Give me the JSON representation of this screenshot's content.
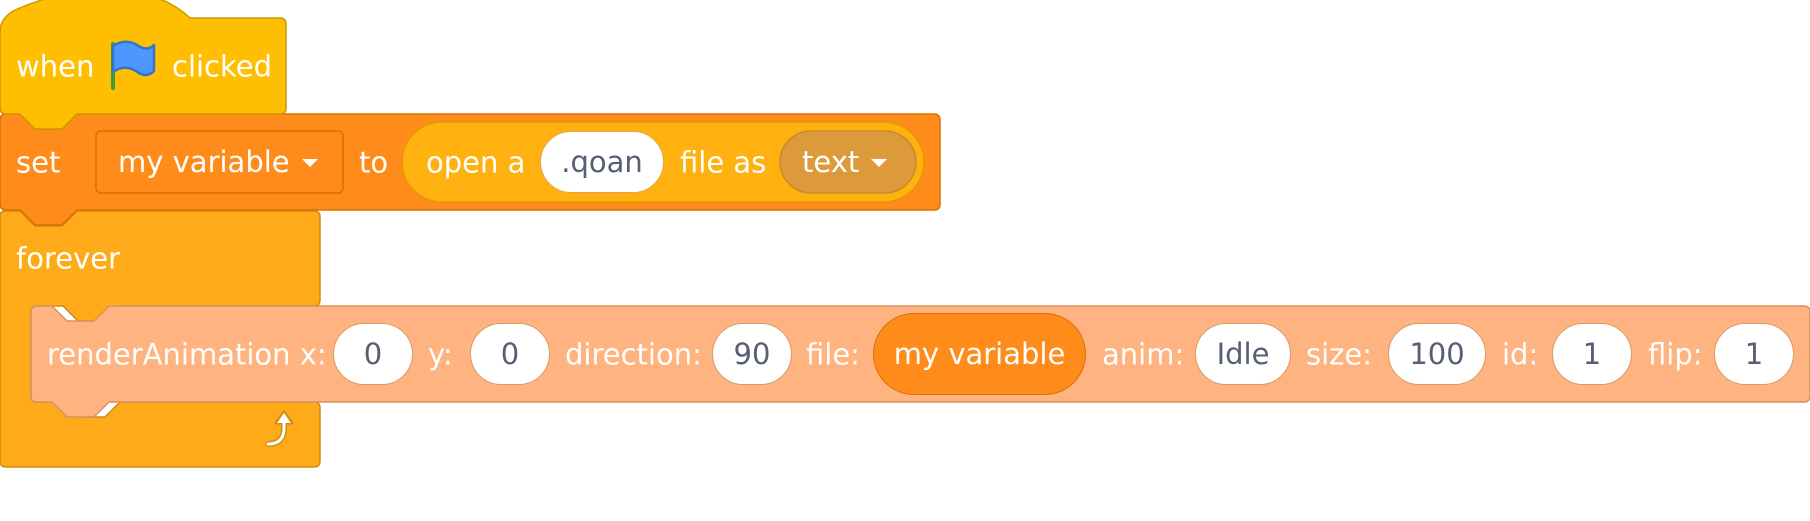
{
  "hat_block": {
    "when_label": "when",
    "flag_icon": "green-flag-icon",
    "clicked_label": "clicked",
    "color": "#ffbf00"
  },
  "set_block": {
    "set_label": "set",
    "variable": "my variable",
    "to_label": "to",
    "color": "#ff8c1a",
    "reporter": {
      "open_label": "open a",
      "extension": ".qoan",
      "file_as_label": "file as",
      "format": "text"
    }
  },
  "forever_block": {
    "label": "forever",
    "loop_icon": "loop-arrow-icon",
    "color": "#ffab19"
  },
  "render_block": {
    "label": "renderAnimation x:",
    "x": "0",
    "y_label": "y:",
    "y": "0",
    "direction_label": "direction:",
    "direction": "90",
    "file_label": "file:",
    "file": "my variable",
    "anim_label": "anim:",
    "anim": "Idle",
    "size_label": "size:",
    "size": "100",
    "id_label": "id:",
    "id": "1",
    "flip_label": "flip:",
    "flip": "1",
    "color": "#ffb380"
  }
}
